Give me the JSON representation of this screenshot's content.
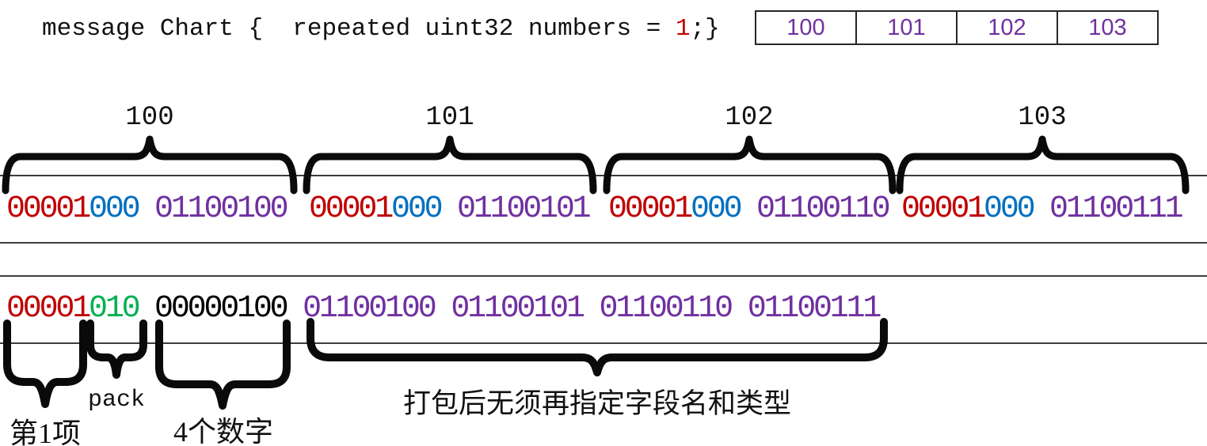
{
  "colors": {
    "field_red": "#C00000",
    "wiretype_blue": "#0070C0",
    "wiretype_green": "#00B050",
    "value_purple": "#7030A0"
  },
  "proto_code": {
    "prefix": "message Chart {  repeated uint32 numbers = ",
    "field_number": "1",
    "suffix": ";}"
  },
  "values_table": {
    "cells": [
      "100",
      "101",
      "102",
      "103"
    ]
  },
  "unpacked_encoding": {
    "groups": [
      {
        "label": "100",
        "tag_bits": "00001",
        "wire_bits": "000",
        "value_bits": "01100100"
      },
      {
        "label": "101",
        "tag_bits": "00001",
        "wire_bits": "000",
        "value_bits": "01100101"
      },
      {
        "label": "102",
        "tag_bits": "00001",
        "wire_bits": "000",
        "value_bits": "01100110"
      },
      {
        "label": "103",
        "tag_bits": "00001",
        "wire_bits": "000",
        "value_bits": "01100111"
      }
    ]
  },
  "packed_encoding": {
    "tag_bits": "00001",
    "wire_bits": "010",
    "length_bits": "00000100",
    "payload_bits": "01100100 01100101 01100110 01100111",
    "labels": {
      "first_item": "第1项",
      "pack": "pack",
      "four_numbers": "4个数字",
      "note": "打包后无须再指定字段名和类型"
    }
  }
}
